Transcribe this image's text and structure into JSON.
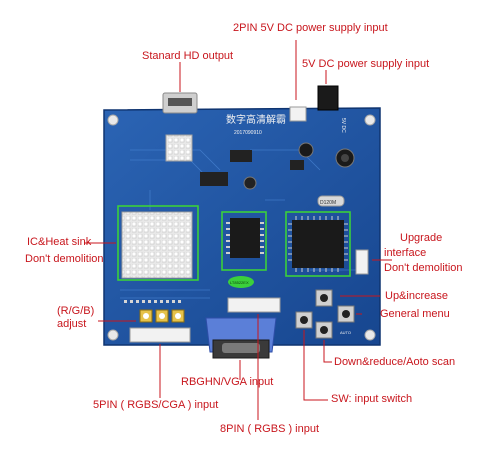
{
  "colors": {
    "label": "#c8161d",
    "leader": "#c8161d",
    "pcb": "#1c4f9c",
    "highlight": "#3bd03b"
  },
  "board": {
    "silkscreen_title": "数字高清解霸",
    "silkscreen_model": "2017090910",
    "chip_label": "D120M",
    "button_label": "AUTO",
    "jack_label": "5V DC",
    "chip_text": "LT8522EX"
  },
  "labels": {
    "pin2_power": "2PIN 5V DC power supply input",
    "standard_hd": "Stanard HD  output",
    "dc_power": "5V DC power supply input",
    "ic_heat_line1": "IC&Heat sink",
    "ic_heat_line2": "Don't demolition",
    "upgrade_line1": "Upgrade",
    "upgrade_line2": "interface",
    "upgrade_line3": "Don't demolition",
    "up_increase": "Up&increase",
    "general_menu": "General menu",
    "rgb_adjust_line1": "(R/G/B)",
    "rgb_adjust_line2": "adjust",
    "down_reduce": "Down&reduce/Aoto scan",
    "rbghn_vga": "RBGHN/VGA input",
    "sw_switch": "SW: input switch",
    "pin5_rgbs": "5PIN ( RGBS/CGA ) input",
    "pin8_rgbs": "8PIN ( RGBS ) input"
  }
}
